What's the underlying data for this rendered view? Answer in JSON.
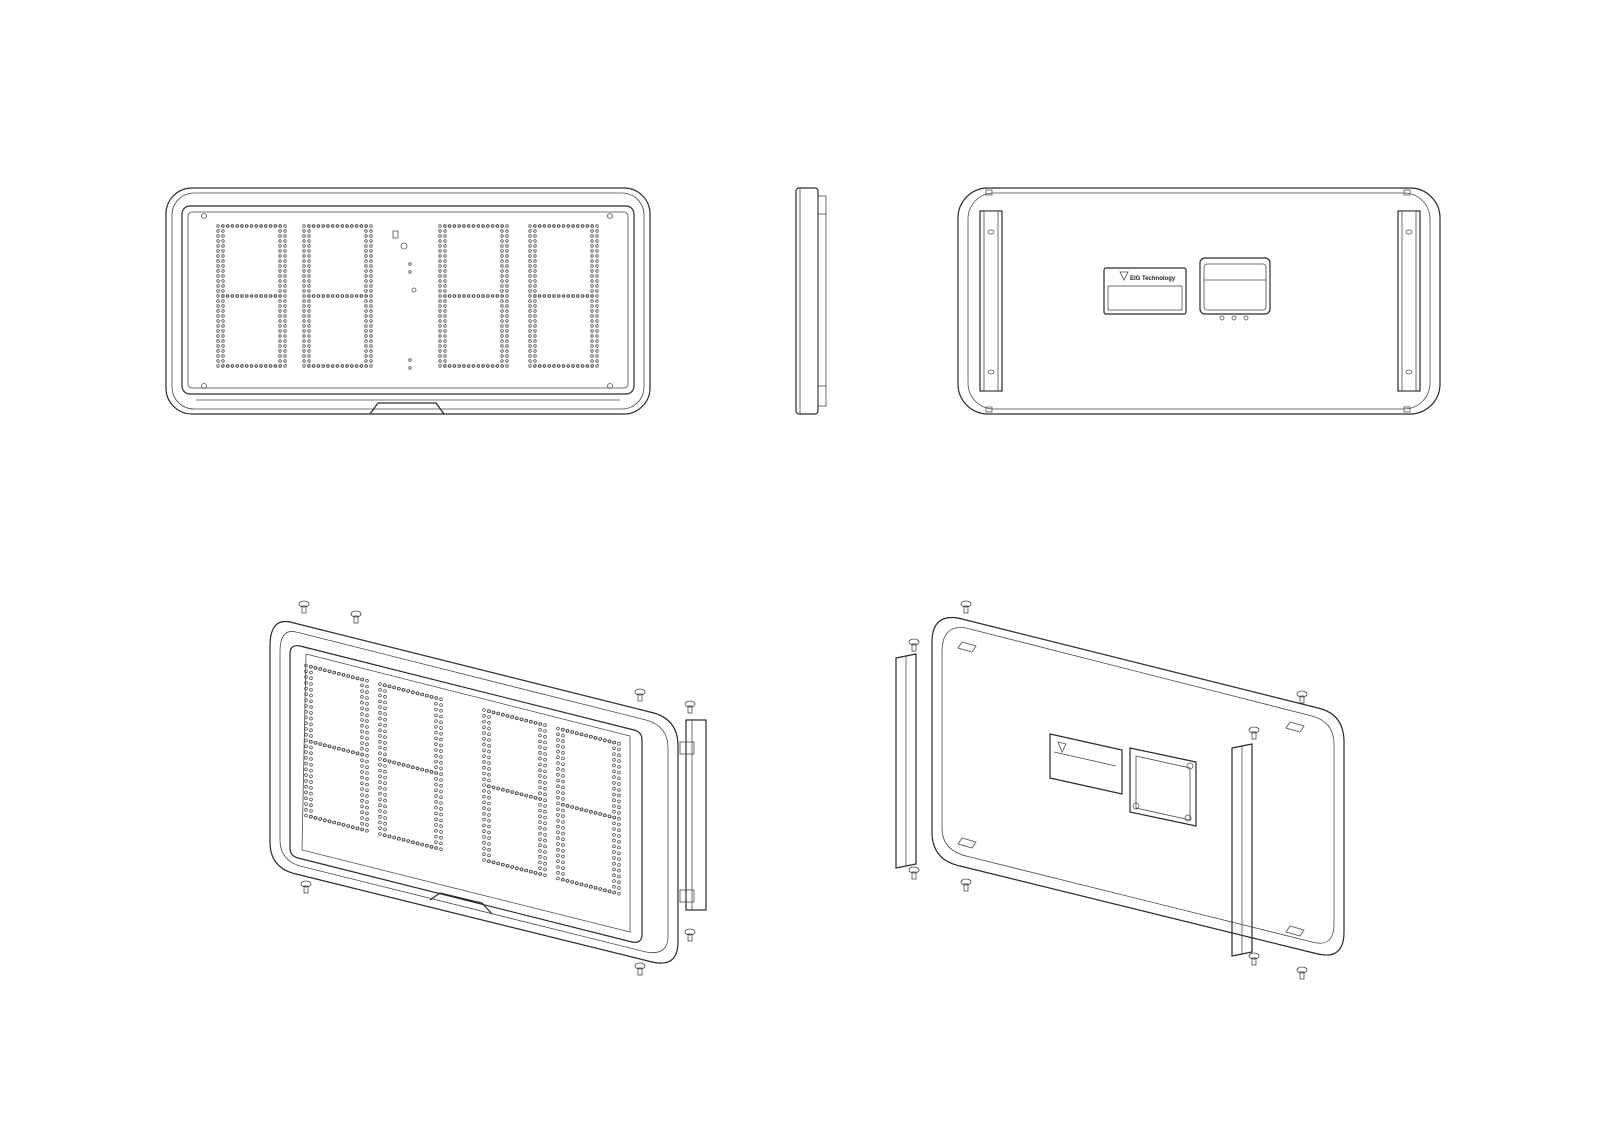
{
  "colors": {
    "line": "#2a2a2a",
    "paper": "#ffffff"
  },
  "brand_label": "EIG Technology",
  "views": [
    "front-view",
    "side-view",
    "rear-view",
    "front-isometric-view",
    "rear-isometric-view"
  ]
}
